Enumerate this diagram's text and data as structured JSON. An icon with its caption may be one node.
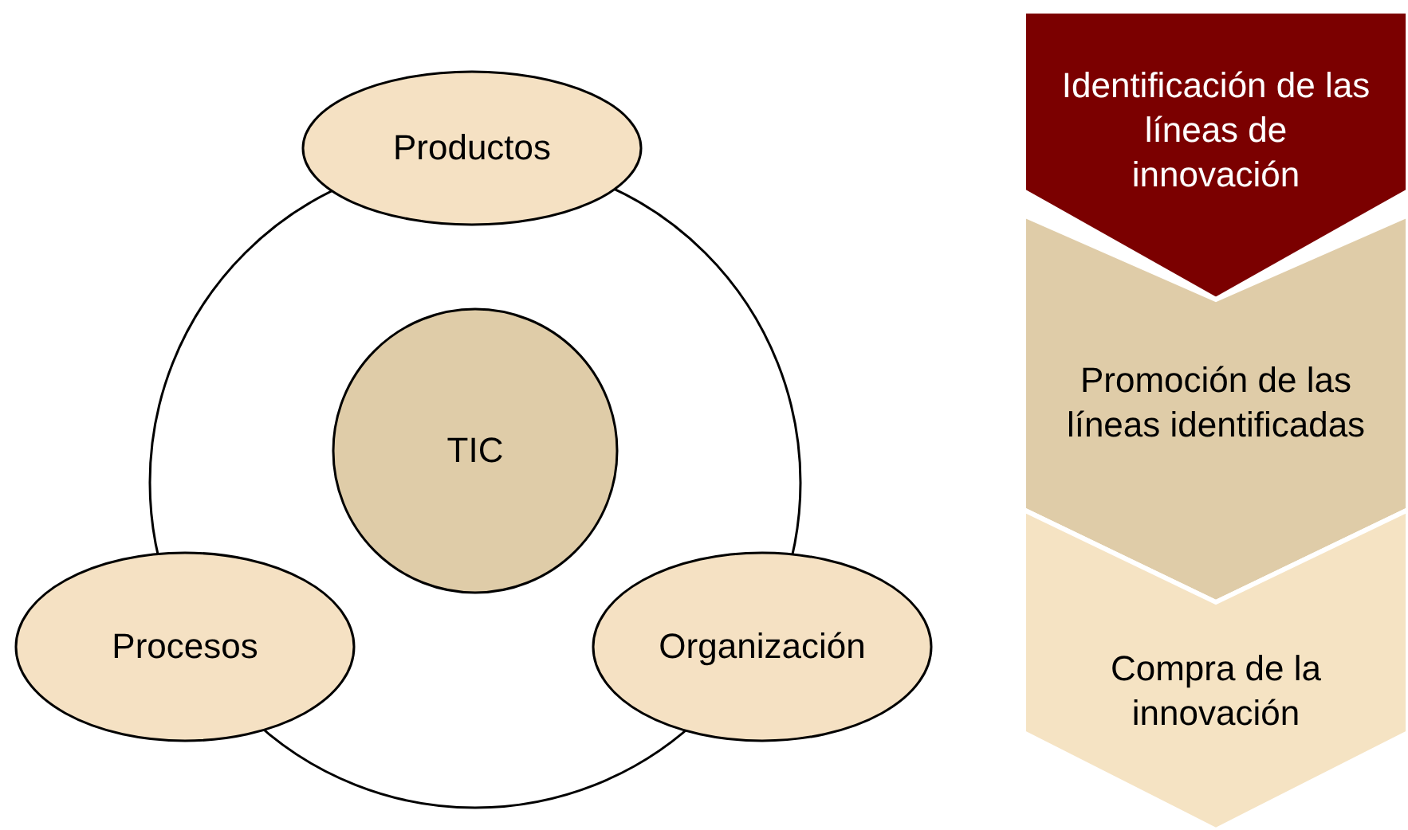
{
  "diagram": {
    "nodes": [
      {
        "text": [],
        "shape": "circle"
      },
      {
        "text": [
          "Productos"
        ]
      },
      {
        "text": [
          "TIC"
        ],
        "in": 0
      },
      {
        "text": [
          "Procesos"
        ]
      },
      {
        "text": [
          "Organización"
        ]
      },
      {
        "text": [
          "Identificación de las líneas de innovación"
        ]
      },
      {
        "text": [
          "Promoción de las líneas identificadas"
        ]
      },
      {
        "text": [
          "Compra de la innovación"
        ]
      }
    ],
    "edges": []
  }
}
